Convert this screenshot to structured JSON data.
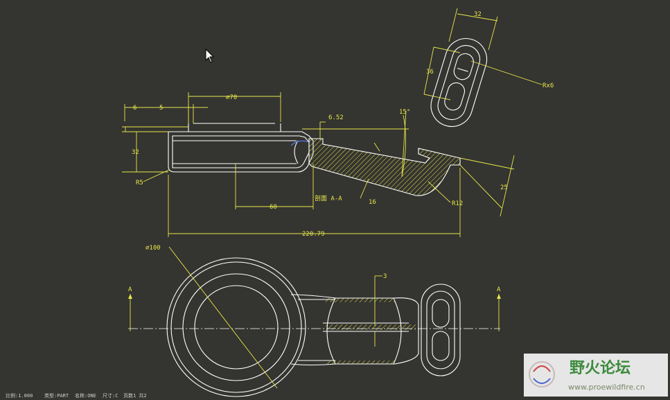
{
  "drawing": {
    "dims": {
      "d6": "6",
      "d5": "5",
      "dia70": "⌀70",
      "d652": "6.52",
      "ang15": "15°",
      "d32": "32",
      "r5": "R5",
      "d60": "60",
      "section": "剖面 A-A",
      "d16": "16",
      "r12": "R12",
      "d25": "25",
      "d22079": "220.79",
      "top32": "32",
      "d36": "36",
      "rx6": "Rx6",
      "dia100": "⌀100",
      "d3": "3",
      "markA_left": "A",
      "markA_right": "A"
    },
    "status": [
      "比例:1.000",
      "类型:PART",
      "名称:ONE",
      "尺寸:C",
      "页数1 共2"
    ]
  },
  "watermark": {
    "title": "野火论坛",
    "url": "www.proewildfire.cn"
  },
  "colors": {
    "background": "#343430",
    "geometry": "#ffffff",
    "dimension": "#e8e84c",
    "hatch": "#e8e84c"
  }
}
